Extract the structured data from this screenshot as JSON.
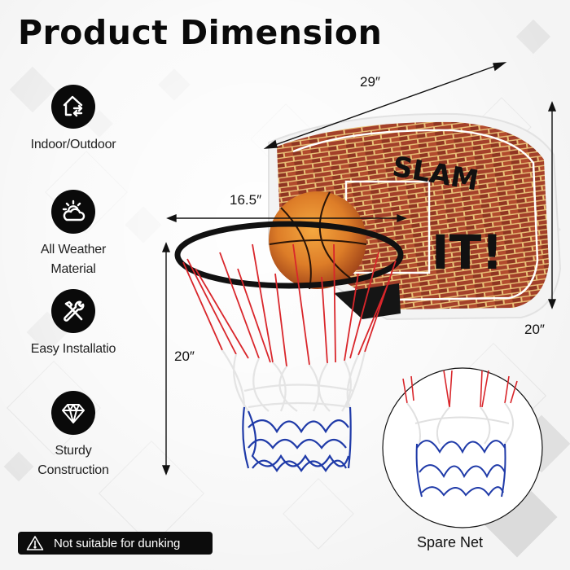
{
  "title": "Product Dimension",
  "features": [
    {
      "label": "Indoor/Outdoor",
      "icon": "house-arrows-icon"
    },
    {
      "label": "All Weather Material",
      "line1": "All Weather",
      "line2": "Material",
      "icon": "sun-cloud-icon"
    },
    {
      "label": "Easy Installatio",
      "icon": "tools-icon"
    },
    {
      "label": "Sturdy Construction",
      "line1": "Sturdy",
      "line2": "Construction",
      "icon": "diamond-icon"
    }
  ],
  "dimensions": {
    "backboard_width": "29″",
    "backboard_height": "20″",
    "rim_diameter": "16.5″",
    "net_length": "20″"
  },
  "backboard": {
    "graffiti_line1": "SLAM",
    "graffiti_line2": "IT!"
  },
  "warning": {
    "text": "Not suitable for dunking",
    "icon": "warning-triangle-icon"
  },
  "spare_net": {
    "label": "Spare Net"
  },
  "colors": {
    "brick": "#a8432a",
    "rim": "#111111",
    "net_red": "#d9262b",
    "net_white": "#e6e6e6",
    "net_blue": "#1f3aa8",
    "ball": "#e08a2a"
  }
}
